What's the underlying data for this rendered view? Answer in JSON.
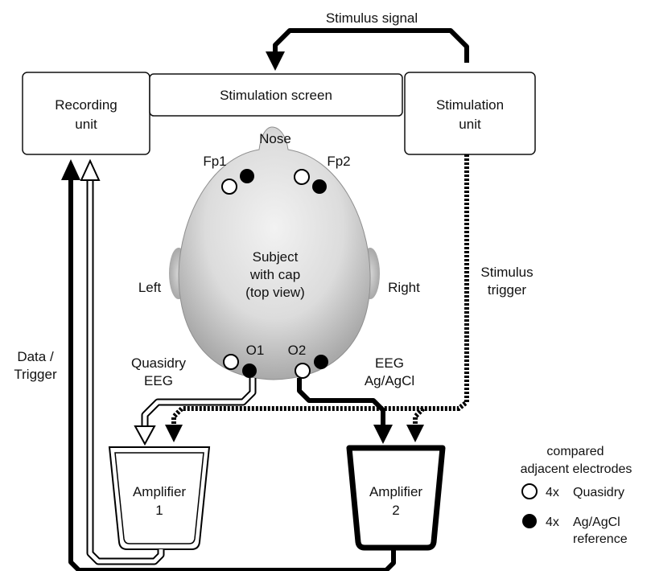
{
  "stimulus_signal_label": "Stimulus signal",
  "stimulation_screen_label": "Stimulation screen",
  "recording_unit": [
    "Recording",
    "unit"
  ],
  "stimulation_unit": [
    "Stimulation",
    "unit"
  ],
  "head": {
    "nose": "Nose",
    "left": "Left",
    "right": "Right",
    "subject": [
      "Subject",
      "with cap",
      "(top view)"
    ],
    "electrodes": {
      "fp1": "Fp1",
      "fp2": "Fp2",
      "o1": "O1",
      "o2": "O2"
    }
  },
  "stimulus_trigger_label": [
    "Stimulus",
    "trigger"
  ],
  "data_trigger_label": [
    "Data /",
    "Trigger"
  ],
  "quasidry_eeg_label": [
    "Quasidry",
    "EEG"
  ],
  "agagcl_eeg_label": [
    "EEG",
    "Ag/AgCl"
  ],
  "amplifier_1": [
    "Amplifier",
    "1"
  ],
  "amplifier_2": [
    "Amplifier",
    "2"
  ],
  "legend": {
    "title": [
      "compared",
      "adjacent electrodes"
    ],
    "items": [
      {
        "symbol": "open-circle",
        "count": "4x",
        "label": "Quasidry",
        "extra": ""
      },
      {
        "symbol": "filled-circle",
        "count": "4x",
        "label": "Ag/AgCl",
        "extra": "reference"
      }
    ]
  }
}
